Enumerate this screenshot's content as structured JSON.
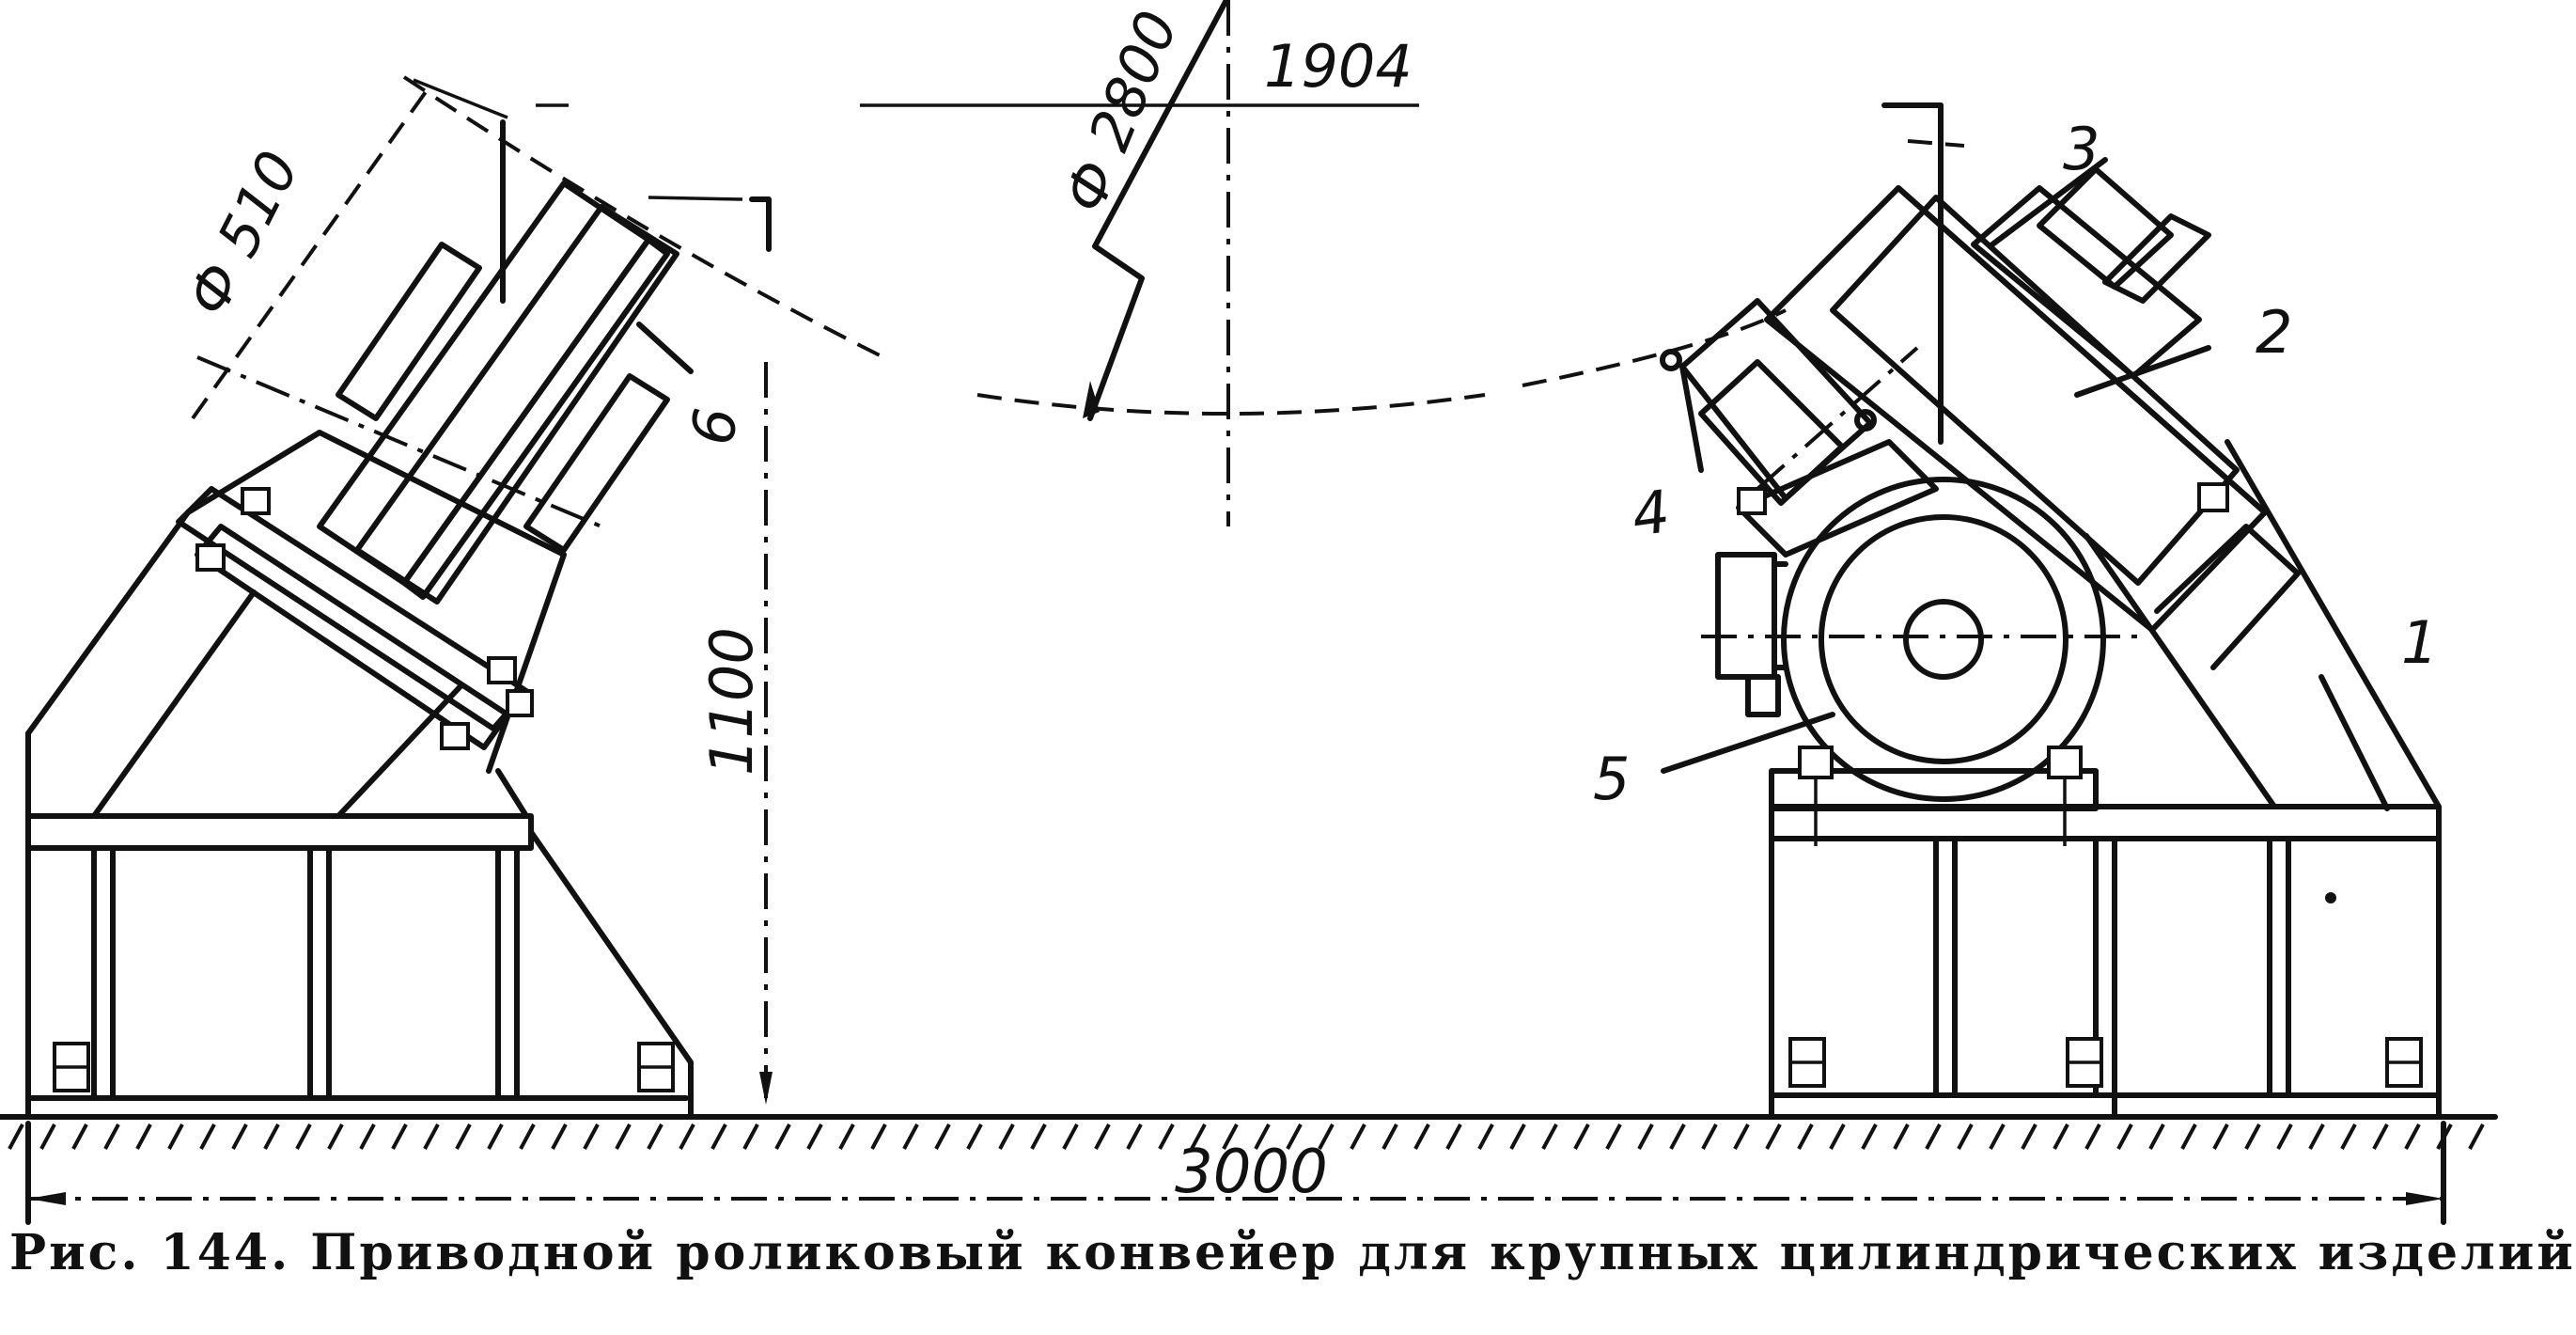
{
  "figure": {
    "caption": "Рис. 144. Приводной роликовый конвейер для крупных цилиндрических изделий"
  },
  "dimensions": {
    "roller_diameter": "Ф 510",
    "product_diameter": "Ф 2800",
    "center_offset": "1904",
    "height": "1100",
    "base_length": "3000"
  },
  "callouts": {
    "c1": "1",
    "c2": "2",
    "c3": "3",
    "c4": "4",
    "c5": "5",
    "c6": "6"
  }
}
